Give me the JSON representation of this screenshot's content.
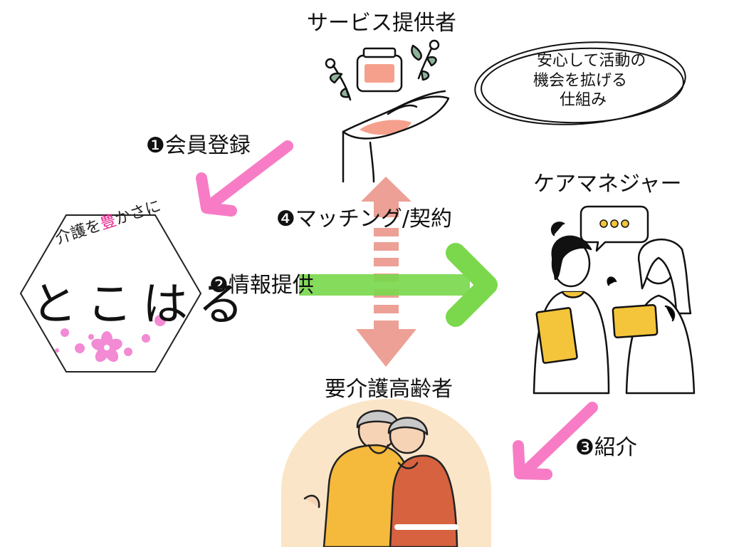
{
  "labels": {
    "service_provider": "サービス提供者",
    "care_manager": "ケアマネジャー",
    "elderly": "要介護高齢者"
  },
  "bubble": {
    "line1": "安心して活動の",
    "line2": "機会を拡げる",
    "line3": "仕組み"
  },
  "steps": {
    "step1": "❶会員登録",
    "step2": "❷情報提供",
    "step3": "❸紹介",
    "step4": "❹マッチング/契約"
  },
  "logo": {
    "tagline_a": "介護を",
    "tagline_accent": "豊",
    "tagline_b": "かさに",
    "name": "とこはる"
  },
  "speech_dots": "●●●",
  "colors": {
    "pink_arrow": "#f77cc5",
    "green_arrow": "#7bd84d",
    "salmon_arrow": "#e8897c",
    "accent": "#e8238c",
    "blossom": "#f28ad4",
    "elderly_bg": "#fbe5c8"
  },
  "icons": {
    "provider": "hand-holding-jar-icon",
    "care_manager": "two-women-talking-icon",
    "elderly": "elderly-couple-icon",
    "logo": "hexagon-logo-icon"
  }
}
